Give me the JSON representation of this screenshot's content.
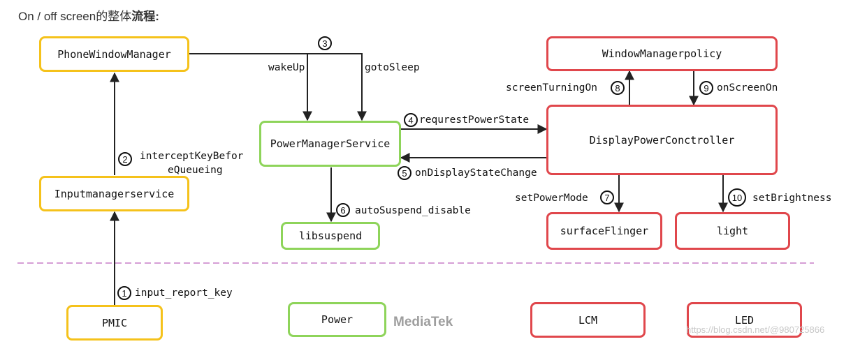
{
  "heading": {
    "plain": "On / off screen的整体",
    "bold": "流程:"
  },
  "colors": {
    "yellow": "#f5c21b",
    "green": "#8ed45a",
    "red": "#e0474c",
    "divider": "#c77fc7",
    "line": "#222222"
  },
  "nodes": {
    "phone_window_manager": "PhoneWindowManager",
    "input_manager_service": "Inputmanagerservice",
    "pmic": "PMIC",
    "power_manager_service": "PowerManagerService",
    "libsuspend": "libsuspend",
    "power": "Power",
    "window_manager_policy": "WindowManagerpolicy",
    "display_power_controller": "DisplayPowerConctroller",
    "surface_flinger": "surfaceFlinger",
    "light": "light",
    "lcm": "LCM",
    "led": "LED"
  },
  "edges": {
    "input_report_key": "input_report_key",
    "intercept_key_line1": "interceptKeyBefor",
    "intercept_key_line2": "eQueueing",
    "wake_up": "wakeUp",
    "goto_sleep": "gotoSleep",
    "request_power_state": "requrestPowerState",
    "on_display_state_change": "onDisplayStateChange",
    "auto_suspend_disable": "autoSuspend_disable",
    "set_power_mode": "setPowerMode",
    "screen_turning_on": "screenTurningOn",
    "on_screen_on": "onScreenOn",
    "set_brightness": "setBrightness"
  },
  "steps": [
    "1",
    "2",
    "3",
    "4",
    "5",
    "6",
    "7",
    "8",
    "9",
    "10"
  ],
  "brand": "MediaTek",
  "watermark": "https://blog.csdn.net/@980725866"
}
